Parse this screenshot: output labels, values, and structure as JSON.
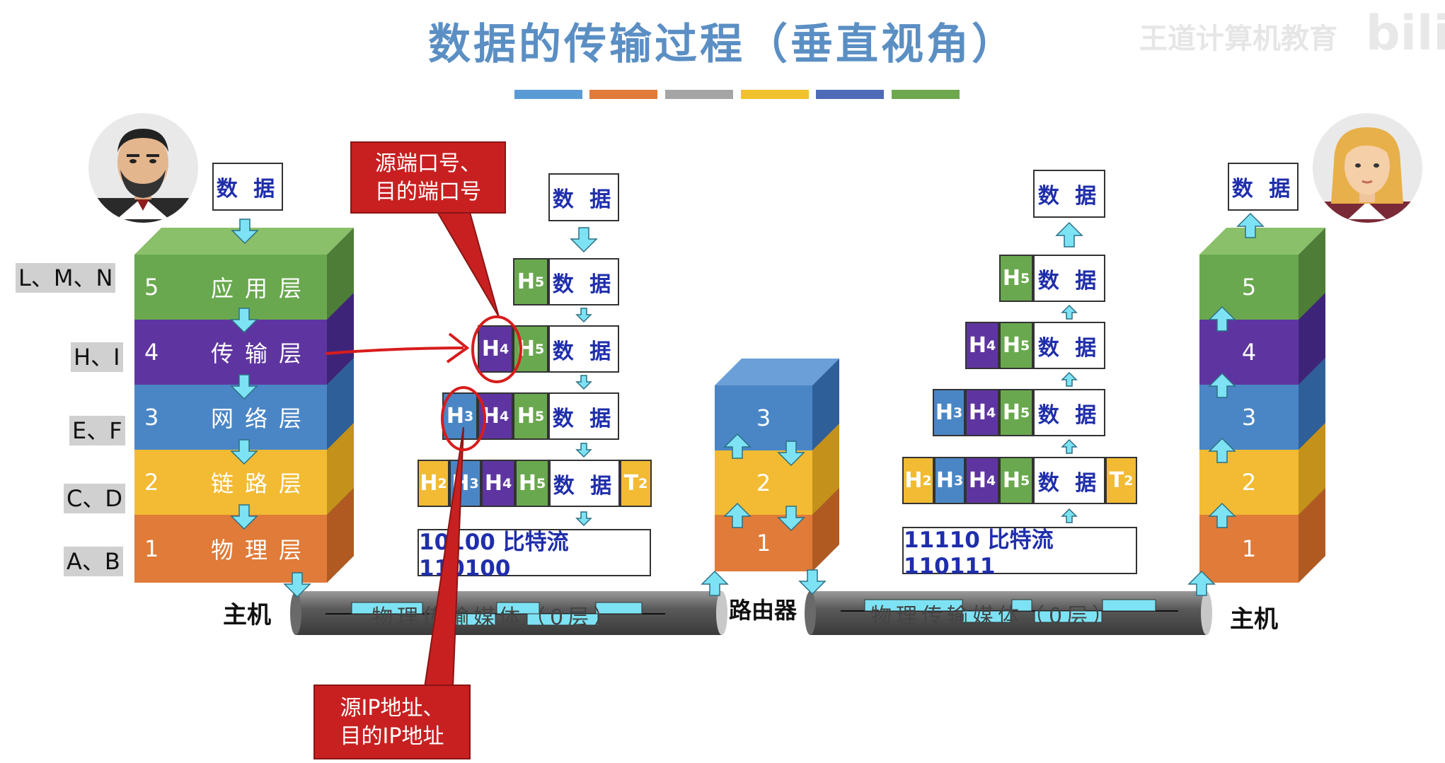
{
  "title": "数据的传输过程（垂直视角）",
  "watermark": "王道计算机教育",
  "watermark_logo": "bilibi",
  "color_bar": [
    "#5b9bd5",
    "#e07b39",
    "#a5a5a5",
    "#f2c12e",
    "#4f6bb8",
    "#6da84e"
  ],
  "colors": {
    "application": "#6aa84f",
    "transport": "#5e35a0",
    "network": "#4a86c5",
    "link": "#f2bb33",
    "physical": "#e07b39",
    "arrow": "#7de3f4",
    "callout": "#c82021"
  },
  "side_labels": [
    "L、M、N",
    "H、I",
    "E、F",
    "C、D",
    "A、B"
  ],
  "left_host": {
    "data_label": "数 据",
    "layers": [
      {
        "num": "5",
        "name": "应用层"
      },
      {
        "num": "4",
        "name": "传输层"
      },
      {
        "num": "3",
        "name": "网络层"
      },
      {
        "num": "2",
        "name": "链路层"
      },
      {
        "num": "1",
        "name": "物理层"
      }
    ],
    "label": "主机"
  },
  "encapsulation": {
    "data_top": "数 据",
    "data": "数 据",
    "bits": "10100 比特流 110100"
  },
  "callout_port": "源端口号、\n目的端口号",
  "callout_ip": "源IP地址、\n目的IP地址",
  "router": {
    "label": "路由器",
    "layers": [
      "3",
      "2",
      "1"
    ]
  },
  "decapsulation": {
    "data_top": "数 据",
    "data": "数 据",
    "bits": "11110 比特流 110111"
  },
  "right_host": {
    "data_label": "数 据",
    "layers": [
      "5",
      "4",
      "3",
      "2",
      "1"
    ],
    "label": "主机"
  },
  "medium_text_1": "物理传输媒体（0层）",
  "medium_text_2": "物理传输媒体（0层）",
  "headers": {
    "h5": "H",
    "h4": "H",
    "h3": "H",
    "h2": "H",
    "t2": "T",
    "s5": "5",
    "s4": "4",
    "s3": "3",
    "s2": "2"
  }
}
